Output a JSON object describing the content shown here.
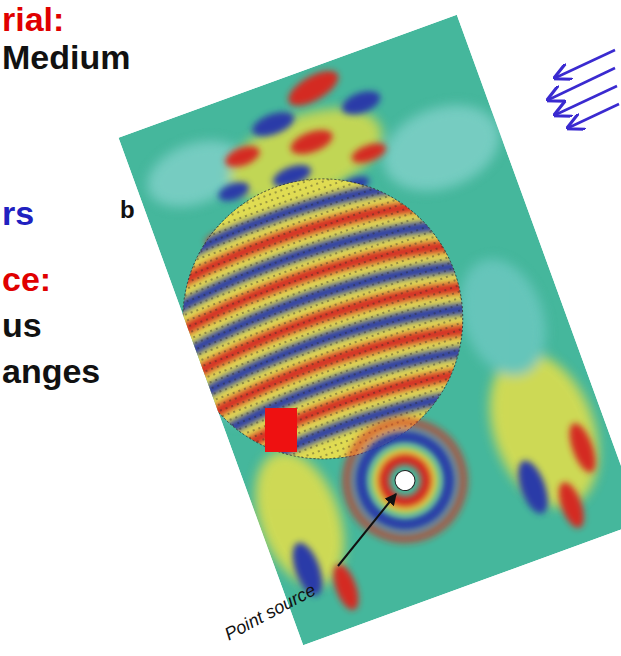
{
  "diagram": {
    "labels": [
      "rial:",
      "Medium",
      "rs",
      "b",
      "ce:",
      "us",
      "anges",
      "Point source"
    ]
  }
}
